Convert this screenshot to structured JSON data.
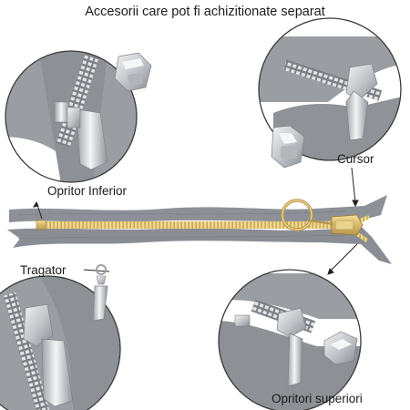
{
  "title": "Accesorii care pot fi achizitionate separat",
  "labels": {
    "bottom_stop": "Opritor Inferior",
    "slider": "Cursor",
    "puller": "Tragator",
    "top_stops": "Opritori superiori"
  },
  "colors": {
    "tape": "#8d9197",
    "tape_shadow": "#6f7378",
    "teeth_gold": "#d8bc6a",
    "teeth_silver": "#c9ccd0",
    "metal_light": "#e6e8ea",
    "metal_dark": "#8a8e94",
    "callout_line": "#222222"
  },
  "icons": [
    "bottom-stop-part-icon",
    "slider-part-icon",
    "puller-part-icon",
    "top-stop-part-icon"
  ]
}
